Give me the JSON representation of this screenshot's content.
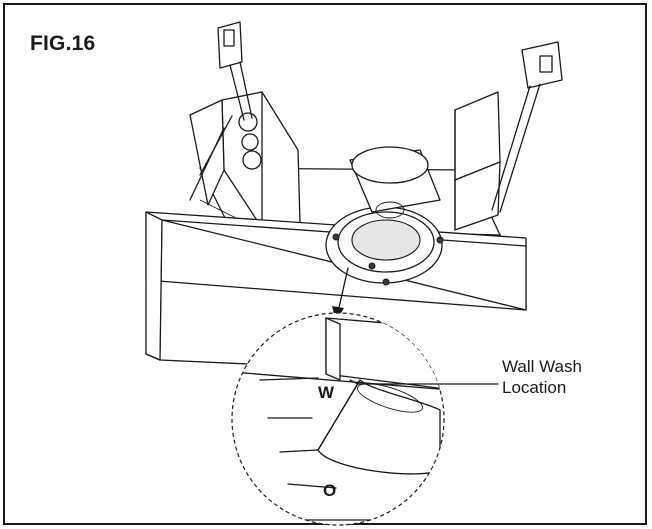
{
  "figure": {
    "label": "FIG.16",
    "callout": {
      "line1": "Wall Wash",
      "line2": "Location"
    },
    "detail_marks": {
      "upper": "W",
      "lower": "O"
    }
  },
  "colors": {
    "ink": "#1a1a1a",
    "background": "#ffffff",
    "shading": "#e6e6e6"
  }
}
